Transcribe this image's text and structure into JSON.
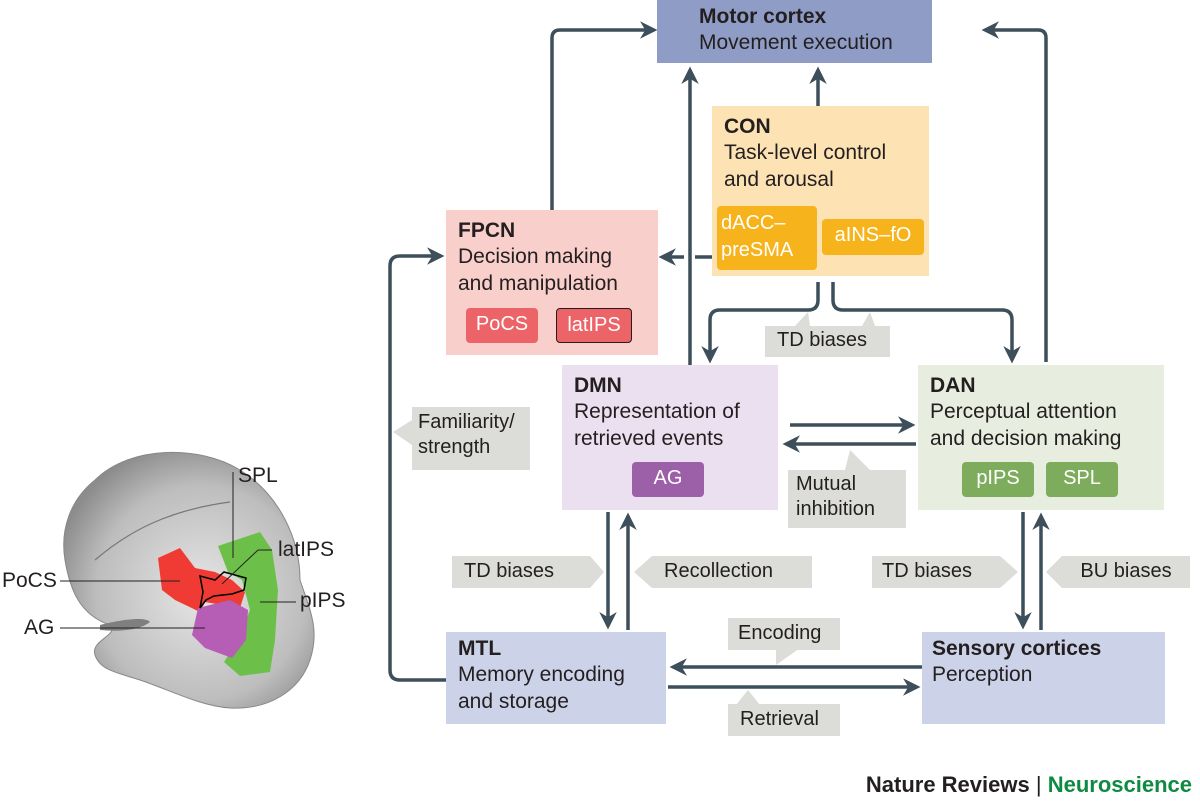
{
  "nodes": {
    "motor": {
      "title": "Motor cortex",
      "desc": "Movement execution",
      "color": "#8f9cc6"
    },
    "con": {
      "title": "CON",
      "desc": "Task-level control\nand arousal",
      "color": "#fde3b4",
      "chips": [
        {
          "label": "dACC–\npreSMA",
          "color": "#f6b31b"
        },
        {
          "label": "aINS–fO",
          "color": "#f6b31b"
        }
      ]
    },
    "fpcn": {
      "title": "FPCN",
      "desc": "Decision making\nand manipulation",
      "color": "#f9cfcb",
      "chips": [
        {
          "label": "PoCS",
          "color": "#ec6468"
        },
        {
          "label": "latIPS",
          "color": "#ec6468"
        }
      ]
    },
    "dmn": {
      "title": "DMN",
      "desc": "Representation of\nretrieved events",
      "color": "#ebe0f0",
      "chips": [
        {
          "label": "AG",
          "color": "#9c60a8"
        }
      ]
    },
    "dan": {
      "title": "DAN",
      "desc": "Perceptual attention\nand decision making",
      "color": "#e7eedf",
      "chips": [
        {
          "label": "pIPS",
          "color": "#7dac5c"
        },
        {
          "label": "SPL",
          "color": "#7dac5c"
        }
      ]
    },
    "mtl": {
      "title": "MTL",
      "desc": "Memory encoding\nand storage",
      "color": "#ccd3e8"
    },
    "sensory": {
      "title": "Sensory cortices",
      "desc": "Perception",
      "color": "#ccd3e8"
    }
  },
  "edge_labels": {
    "td_biases_con": "TD biases",
    "familiarity": "Familiarity/\nstrength",
    "mutual_inhibition": "Mutual\ninhibition",
    "td_biases_dmn_mtl": "TD biases",
    "recollection": "Recollection",
    "td_biases_dan_sensory": "TD biases",
    "bu_biases": "BU biases",
    "encoding": "Encoding",
    "retrieval": "Retrieval"
  },
  "brain": {
    "labels": {
      "spl": "SPL",
      "latips": "latIPS",
      "pocs": "PoCS",
      "pips": "pIPS",
      "ag": "AG"
    }
  },
  "footer": {
    "journal": "Nature Reviews",
    "separator": "|",
    "section": "Neuroscience",
    "section_color": "#0f8a43"
  },
  "colors": {
    "arrow": "#3d4f5a",
    "label_bg": "#dcddd8"
  }
}
